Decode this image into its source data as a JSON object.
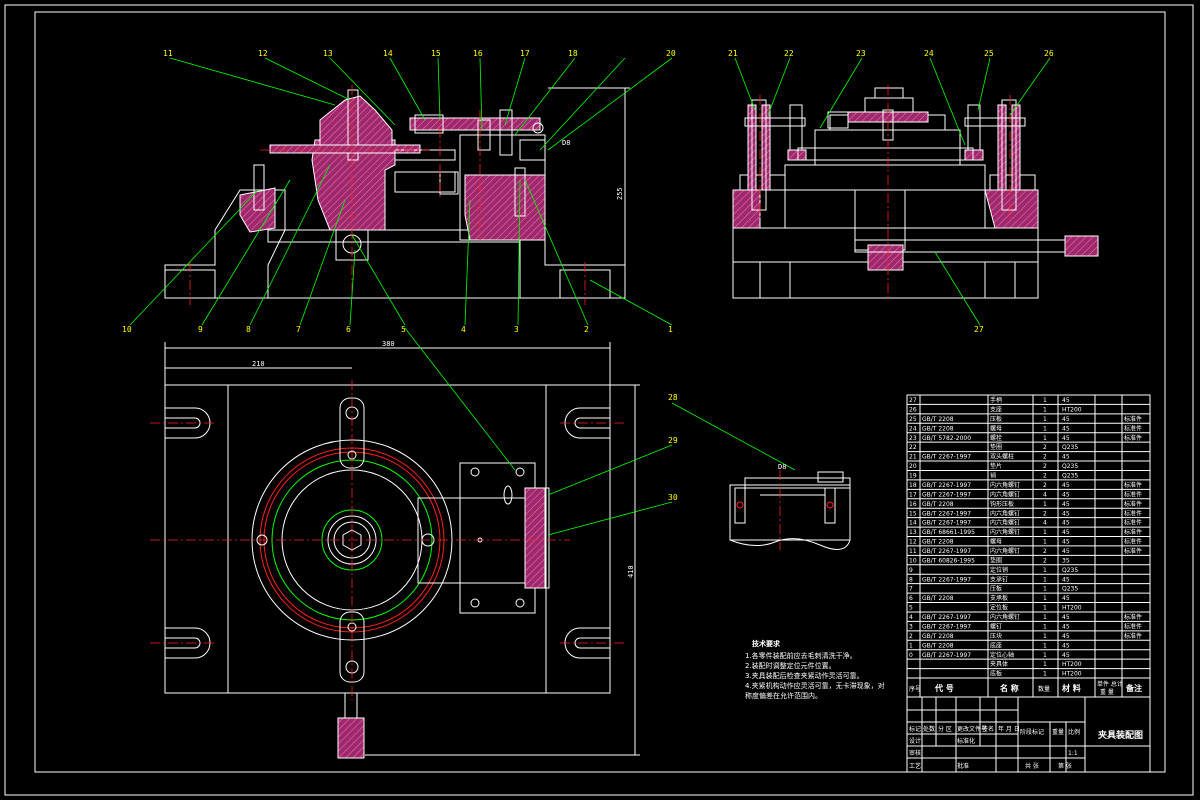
{
  "colors": {
    "background": "#000000",
    "outline": "#ffffff",
    "centerline": "#ff2020",
    "leader": "#00ff00",
    "label": "#ffff00",
    "hatch": "#b03070"
  },
  "front_view": {
    "balloons_top": [
      "11",
      "12",
      "13",
      "14",
      "15",
      "16",
      "17",
      "18",
      "20"
    ],
    "balloons_bottom": [
      "10",
      "9",
      "8",
      "7",
      "6",
      "5",
      "4",
      "3",
      "2",
      "1"
    ],
    "dim_height": "255",
    "detail_tag": "D8"
  },
  "side_view": {
    "balloons_top": [
      "21",
      "22",
      "23",
      "24",
      "25",
      "26"
    ],
    "balloons_bottom": [
      "27"
    ]
  },
  "plan_view": {
    "balloons": [
      "5",
      "28",
      "29",
      "30"
    ],
    "dim_overall": "380",
    "dim_inner": "210",
    "dim_height": "410"
  },
  "detail_view": {
    "label": "D8"
  },
  "notes": {
    "title": "技术要求",
    "lines": [
      "1.各零件装配前应去毛刺清洗干净。",
      "2.装配时调整定位元件位置。",
      "3.夹具装配后检查夹紧动作灵活可靠。",
      "4.夹紧机构动作应灵活可靠，无卡滞现象，对",
      "称度偏差在允许范围内。"
    ]
  },
  "bom": {
    "rows": [
      {
        "no": "27",
        "code": "",
        "name": "手柄",
        "qty": "1",
        "mat": "45",
        "note": ""
      },
      {
        "no": "26",
        "code": "",
        "name": "支座",
        "qty": "1",
        "mat": "HT200",
        "note": ""
      },
      {
        "no": "25",
        "code": "GB/T 2208",
        "name": "压板",
        "qty": "1",
        "mat": "45",
        "note": "标准件"
      },
      {
        "no": "24",
        "code": "GB/T 2208",
        "name": "螺母",
        "qty": "1",
        "mat": "45",
        "note": "标准件"
      },
      {
        "no": "23",
        "code": "GB/T 5782-2000",
        "name": "螺栓",
        "qty": "1",
        "mat": "45",
        "note": "标准件"
      },
      {
        "no": "22",
        "code": "",
        "name": "垫圈",
        "qty": "2",
        "mat": "Q235",
        "note": ""
      },
      {
        "no": "21",
        "code": "GB/T 2267-1997",
        "name": "双头螺柱",
        "qty": "2",
        "mat": "45",
        "note": ""
      },
      {
        "no": "20",
        "code": "",
        "name": "垫片",
        "qty": "2",
        "mat": "Q235",
        "note": ""
      },
      {
        "no": "19",
        "code": "",
        "name": "销",
        "qty": "2",
        "mat": "Q235",
        "note": ""
      },
      {
        "no": "18",
        "code": "GB/T 2267-1997",
        "name": "内六角螺钉",
        "qty": "2",
        "mat": "45",
        "note": "标准件"
      },
      {
        "no": "17",
        "code": "GB/T 2267-1997",
        "name": "内六角螺钉",
        "qty": "4",
        "mat": "45",
        "note": "标准件"
      },
      {
        "no": "16",
        "code": "GB/T 2208",
        "name": "钩形压板",
        "qty": "1",
        "mat": "45",
        "note": "标准件"
      },
      {
        "no": "15",
        "code": "GB/T 2267-1997",
        "name": "内六角螺钉",
        "qty": "2",
        "mat": "45",
        "note": "标准件"
      },
      {
        "no": "14",
        "code": "GB/T 2267-1997",
        "name": "内六角螺钉",
        "qty": "4",
        "mat": "45",
        "note": "标准件"
      },
      {
        "no": "13",
        "code": "GB/T 68661-1995",
        "name": "内六角螺钉",
        "qty": "1",
        "mat": "45",
        "note": "标准件"
      },
      {
        "no": "12",
        "code": "GB/T 2208",
        "name": "螺母",
        "qty": "1",
        "mat": "45",
        "note": "标准件"
      },
      {
        "no": "11",
        "code": "GB/T 2267-1997",
        "name": "内六角螺钉",
        "qty": "2",
        "mat": "45",
        "note": "标准件"
      },
      {
        "no": "10",
        "code": "GB/T 60826-1995",
        "name": "垫圈",
        "qty": "2",
        "mat": "35",
        "note": ""
      },
      {
        "no": "9",
        "code": "",
        "name": "定位销",
        "qty": "1",
        "mat": "Q235",
        "note": ""
      },
      {
        "no": "8",
        "code": "GB/T 2267-1997",
        "name": "支承钉",
        "qty": "1",
        "mat": "45",
        "note": ""
      },
      {
        "no": "7",
        "code": "",
        "name": "压板",
        "qty": "1",
        "mat": "Q235",
        "note": ""
      },
      {
        "no": "6",
        "code": "GB/T 2208",
        "name": "支承板",
        "qty": "1",
        "mat": "45",
        "note": ""
      },
      {
        "no": "5",
        "code": "",
        "name": "定位板",
        "qty": "1",
        "mat": "HT200",
        "note": ""
      },
      {
        "no": "4",
        "code": "GB/T 2267-1997",
        "name": "内六角螺钉",
        "qty": "1",
        "mat": "45",
        "note": "标准件"
      },
      {
        "no": "3",
        "code": "GB/T 2267-1997",
        "name": "螺钉",
        "qty": "1",
        "mat": "45",
        "note": "标准件"
      },
      {
        "no": "2",
        "code": "GB/T 2208",
        "name": "压块",
        "qty": "1",
        "mat": "45",
        "note": "标准件"
      },
      {
        "no": "1",
        "code": "GB/T 2208",
        "name": "底座",
        "qty": "1",
        "mat": "45",
        "note": ""
      },
      {
        "no": "0",
        "code": "GB/T 2267-1997",
        "name": "定位心轴",
        "qty": "1",
        "mat": "45",
        "note": ""
      },
      {
        "no": "",
        "code": "",
        "name": "夹具体",
        "qty": "1",
        "mat": "HT200",
        "note": ""
      },
      {
        "no": "",
        "code": "",
        "name": "底板",
        "qty": "1",
        "mat": "HT200",
        "note": ""
      }
    ],
    "header": {
      "no": "序号",
      "code": "代 号",
      "name": "名 称",
      "qty": "数量",
      "mat": "材 料",
      "weight": "单件 总计",
      "weight2": "重 量",
      "note": "备注"
    }
  },
  "title_block": {
    "drawing_title": "夹具装配图",
    "cells": [
      "标记",
      "处数",
      "分 区",
      "更改文件号",
      "签名",
      "年 月 日",
      "设计",
      "标准化",
      "阶段标记",
      "重量",
      "比例",
      "审核",
      "工艺",
      "批准",
      "共 张",
      "第 张",
      "1:1"
    ]
  }
}
